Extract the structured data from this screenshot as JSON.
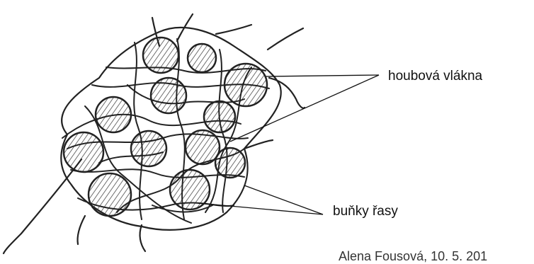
{
  "labels": {
    "hyphae": "houbová vlákna",
    "algae_cells": "buňky řasy",
    "credit": "Alena Fousová, 10. 5. 201"
  },
  "colors": {
    "ink": "#222222",
    "background": "#ffffff"
  }
}
